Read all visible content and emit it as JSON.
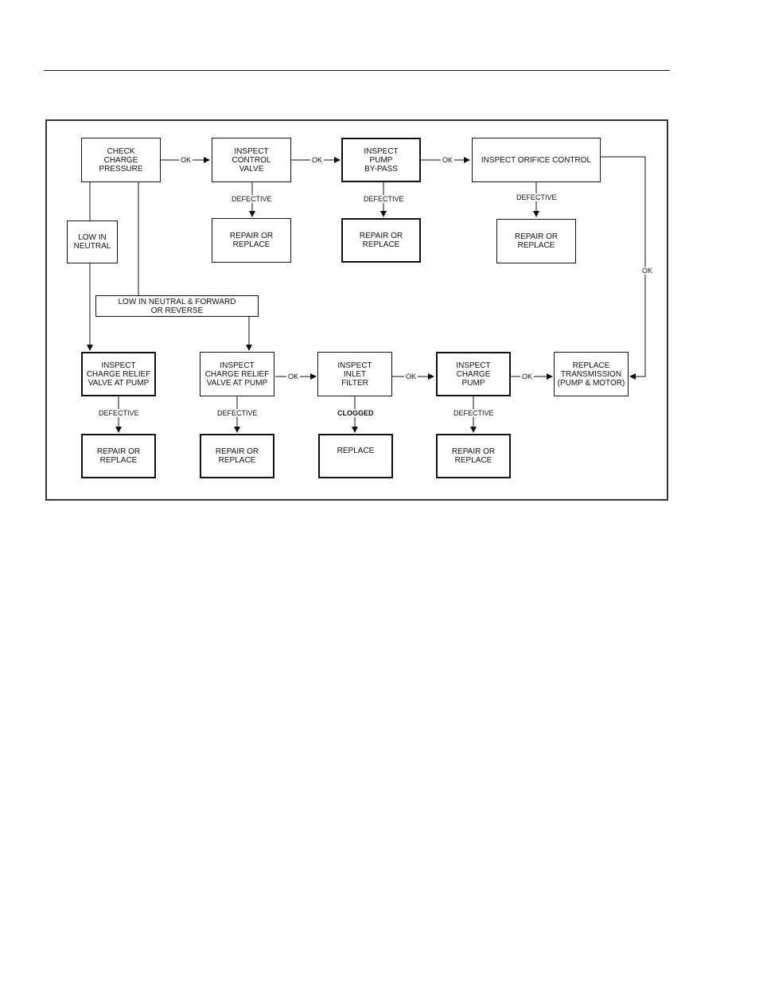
{
  "labels": {
    "ok": "OK",
    "defective": "DEFECTIVE",
    "clogged": "CLOGGED"
  },
  "boxes": {
    "check_charge_pressure": "CHECK\nCHARGE\nPRESSURE",
    "inspect_control_valve": "INSPECT\nCONTROL\nVALVE",
    "inspect_pump_bypass": "INSPECT\nPUMP\nBY-PASS",
    "inspect_orifice_control": "INSPECT ORIFICE CONTROL",
    "repair_or_replace": "REPAIR OR\nREPLACE",
    "low_in_neutral": "LOW IN\nNEUTRAL",
    "low_in_neutral_fwd_rev": "LOW IN NEUTRAL & FORWARD\nOR REVERSE",
    "inspect_charge_relief_valve": "INSPECT\nCHARGE RELIEF\nVALVE AT PUMP",
    "inspect_inlet_filter": "INSPECT\nINLET\nFILTER",
    "inspect_charge_pump": "INSPECT\nCHARGE\nPUMP",
    "replace_transmission": "REPLACE\nTRANSMISSION\n(PUMP & MOTOR)",
    "replace": "REPLACE"
  }
}
